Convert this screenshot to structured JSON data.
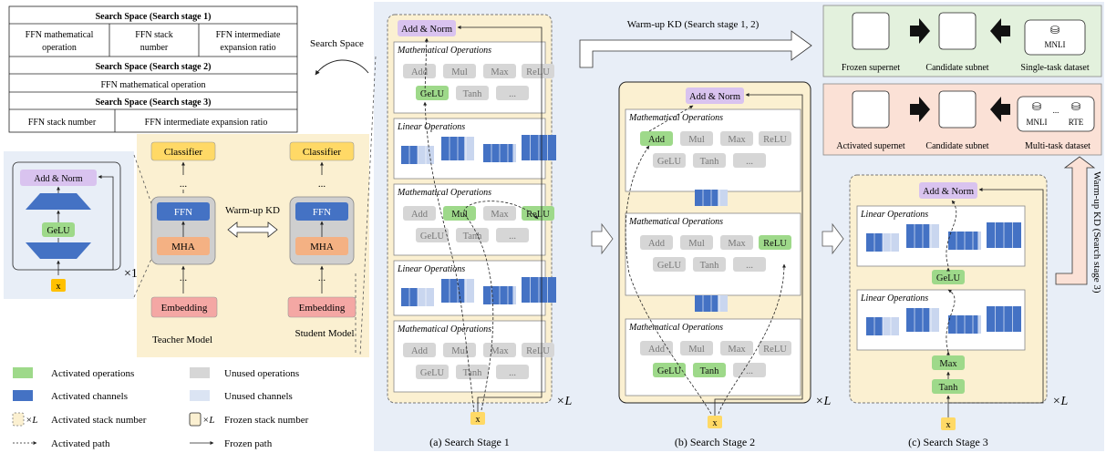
{
  "colors": {
    "green": "#9ed98a",
    "blue": "#4472c4",
    "lightblue": "#c9d6ef",
    "gray": "#d6d6d6",
    "purple": "#d9c3ef",
    "yellow": "#ffd966",
    "orange": "#f4b183",
    "pink": "#f4a7a4",
    "cream": "#fbf0d1",
    "panelblue": "#e8eef7",
    "panelpink": "#fbe1d6"
  },
  "table": {
    "stage1_header": "Search Space (Search stage 1)",
    "stage1_cells": [
      "FFN mathematical operation",
      "FFN stack number",
      "FFN intermediate expansion ratio"
    ],
    "stage2_header": "Search Space (Search stage 2)",
    "stage2_cells": [
      "FFN mathematical operation"
    ],
    "stage3_header": "Search Space (Search stage 3)",
    "stage3_cells": [
      "FFN stack number",
      "FFN intermediate expansion ratio"
    ]
  },
  "search_space_label": "Search Space",
  "ffn_block": {
    "add_norm": "Add & Norm",
    "gelu": "GeLU",
    "input": "x",
    "repeat": "×1"
  },
  "teacher": {
    "classifier": "Classifier",
    "dots": "...",
    "ffn": "FFN",
    "mha": "MHA",
    "embedding": "Embedding",
    "caption": "Teacher Model"
  },
  "student": {
    "classifier": "Classifier",
    "dots": "...",
    "ffn": "FFN",
    "mha": "MHA",
    "embedding": "Embedding",
    "caption": "Student Model"
  },
  "warmup_kd": "Warm-up KD",
  "legend": {
    "activated_ops": "Activated operations",
    "unused_ops": "Unused operations",
    "activated_channels": "Activated channels",
    "unused_channels": "Unused channels",
    "activated_stack_prefix": "×L",
    "activated_stack": "Activated stack number",
    "frozen_stack_prefix": "×L",
    "frozen_stack": "Frozen stack number",
    "activated_path": "Activated path",
    "frozen_path": "Frozen path"
  },
  "ops": {
    "add": "Add",
    "mul": "Mul",
    "max": "Max",
    "relu": "ReLU",
    "gelu": "GeLU",
    "tanh": "Tanh",
    "etc": "..."
  },
  "sections": {
    "math": "Mathematical Operations",
    "linear": "Linear Operations",
    "add_norm": "Add & Norm"
  },
  "stage_captions": {
    "s1": "(a) Search Stage 1",
    "s2": "(b) Search Stage 2",
    "s3": "(c) Search Stage 3"
  },
  "repeat_l": "×L",
  "input": "x",
  "kd_top": "Warm-up KD (Search stage 1, 2)",
  "kd_side": "Warm-up KD (Search stage 3)",
  "panel1": {
    "left": "Frozen supernet",
    "mid": "Candidate subnet",
    "right": "Single-task dataset",
    "db": "MNLI"
  },
  "panel2": {
    "left": "Activated supernet",
    "mid": "Candidate subnet",
    "right": "Multi-task dataset",
    "db1": "MNLI",
    "db_dots": "...",
    "db2": "RTE"
  }
}
